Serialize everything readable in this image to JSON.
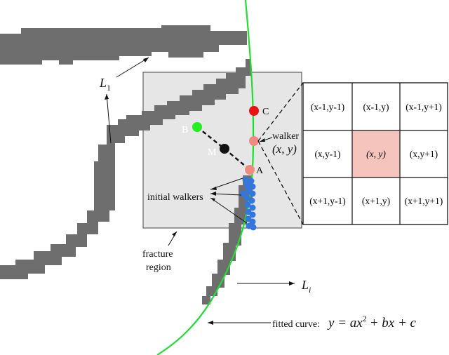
{
  "labels": {
    "l1_main": "L",
    "l1_sub": "1",
    "li_main": "L",
    "li_sub": "i",
    "point_c": "C",
    "point_b": "B",
    "point_m": "M",
    "point_a": "A",
    "walker": "walker",
    "walker_coord": "(x, y)",
    "initial_walkers": "initial walkers",
    "fracture_region_line1": "fracture",
    "fracture_region_line2": "region",
    "fitted_curve_prefix": "fitted curve:",
    "fitted_curve_eq_y": "y",
    "fitted_curve_eq_rest": "= ax",
    "fitted_curve_eq_exp": "2",
    "fitted_curve_eq_tail": "+ bx + c"
  },
  "grid": {
    "cells": [
      [
        "(x-1,y-1)",
        "(x-1,y)",
        "(x-1,y+1)"
      ],
      [
        "(x,y-1)",
        "(x, y)",
        "(x,y+1)"
      ],
      [
        "(x+1,y-1)",
        "(x+1,y)",
        "(x+1,y+1)"
      ]
    ],
    "center_fill": "#f5c4bd"
  },
  "colors": {
    "line_gray": "#6e6e6e",
    "region_fill": "#e6e6e6",
    "curve": "#22dd33",
    "point_c": "#ee1111",
    "point_b": "#22ee22",
    "point_m": "#111111",
    "point_a": "#f08a80",
    "walkers": "#3377dd"
  }
}
